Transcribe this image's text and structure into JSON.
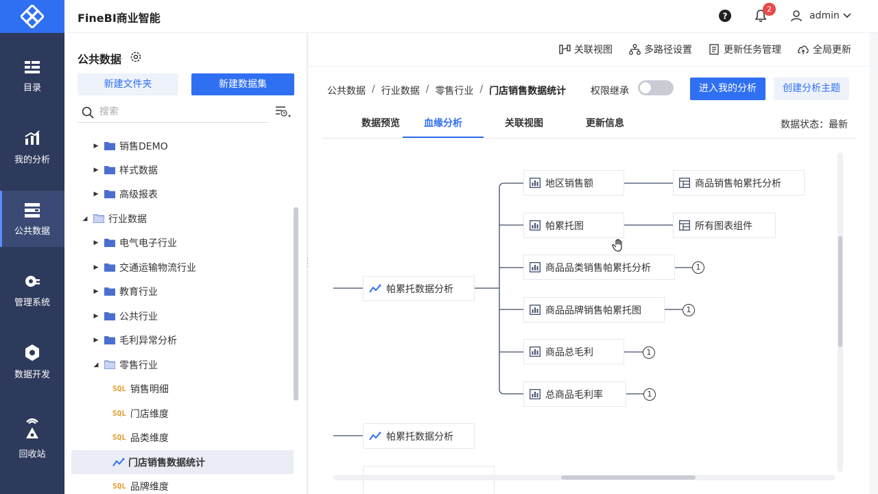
{
  "app": {
    "title": "FineBI商业智能",
    "notification_count": "2",
    "username": "admin"
  },
  "nav": [
    {
      "label": "目录",
      "icon": "catalog-icon"
    },
    {
      "label": "我的分析",
      "icon": "analysis-icon"
    },
    {
      "label": "公共数据",
      "icon": "public-data-icon"
    },
    {
      "label": "管理系统",
      "icon": "management-icon"
    },
    {
      "label": "数据开发",
      "icon": "data-dev-icon"
    },
    {
      "label": "回收站",
      "icon": "recycle-icon"
    }
  ],
  "sidebar": {
    "title": "公共数据",
    "new_folder": "新建文件夹",
    "new_dataset": "新建数据集",
    "search_placeholder": "搜索",
    "tree": [
      {
        "label": "销售DEMO",
        "type": "folder",
        "expanded": false
      },
      {
        "label": "样式数据",
        "type": "folder",
        "expanded": false
      },
      {
        "label": "高级报表",
        "type": "folder",
        "expanded": false
      },
      {
        "label": "行业数据",
        "type": "folder",
        "expanded": true
      },
      {
        "label": "电气电子行业",
        "type": "folder",
        "expanded": false
      },
      {
        "label": "交通运输物流行业",
        "type": "folder",
        "expanded": false
      },
      {
        "label": "教育行业",
        "type": "folder",
        "expanded": false
      },
      {
        "label": "公共行业",
        "type": "folder",
        "expanded": false
      },
      {
        "label": "毛利异常分析",
        "type": "folder",
        "expanded": false
      },
      {
        "label": "零售行业",
        "type": "folder",
        "expanded": true
      },
      {
        "label": "销售明细",
        "type": "sql",
        "icon_text": "SQL"
      },
      {
        "label": "门店维度",
        "type": "sql",
        "icon_text": "SQL"
      },
      {
        "label": "品类维度",
        "type": "sql",
        "icon_text": "SQL"
      },
      {
        "label": "门店销售数据统计",
        "type": "analysis",
        "selected": true
      },
      {
        "label": "品牌维度",
        "type": "sql",
        "icon_text": "SQL"
      }
    ]
  },
  "toolbar": {
    "relation_view": "关联视图",
    "multi_path": "多路径设置",
    "update_task": "更新任务管理",
    "global_update": "全局更新"
  },
  "breadcrumb": [
    "公共数据",
    "行业数据",
    "零售行业",
    "门店销售数据统计"
  ],
  "permission_label": "权限继承",
  "buttons": {
    "enter_analysis": "进入我的分析",
    "create_topic": "创建分析主题"
  },
  "tabs": [
    "数据预览",
    "血缘分析",
    "关联视图",
    "更新信息"
  ],
  "data_status": "数据状态：最新",
  "lineage": {
    "root": "帕累托数据分析",
    "root2": "帕累托数据分析",
    "children": [
      {
        "label": "地区销售额",
        "target": "商品销售帕累托分析"
      },
      {
        "label": "帕累托图",
        "target": "所有图表组件"
      },
      {
        "label": "商品品类销售帕累托分析",
        "count": "1"
      },
      {
        "label": "商品品牌销售帕累托图",
        "count": "1"
      },
      {
        "label": "商品总毛利",
        "count": "1"
      },
      {
        "label": "总商品毛利率",
        "count": "1"
      }
    ]
  }
}
